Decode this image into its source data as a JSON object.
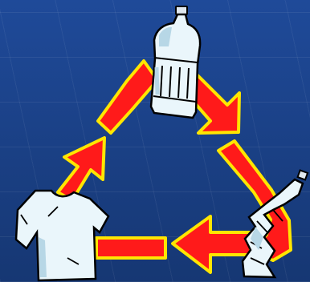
{
  "diagram": {
    "stages": [
      {
        "name": "plastic-bottle",
        "icon": "plastic-bottle-icon"
      },
      {
        "name": "crushed-bottle",
        "icon": "crushed-bottle-icon"
      },
      {
        "name": "t-shirt",
        "icon": "t-shirt-icon"
      }
    ],
    "arrow_fill": "#ff1a1a",
    "arrow_stroke": "#ffe600",
    "outline": "#000000",
    "item_fill": "#eaf6fb",
    "item_shade": "#b7d7e6",
    "background": "#1a3f86"
  }
}
